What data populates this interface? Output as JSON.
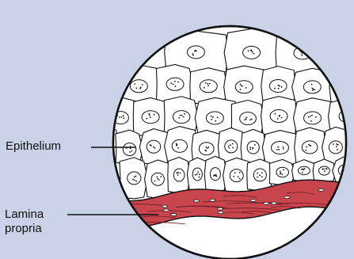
{
  "figure": {
    "background": "#c9d2e7",
    "cell_fill": "#ffffff",
    "lamina_color": "#c9454d",
    "outline_color": "#111111"
  },
  "labels": {
    "epithelium": "Epithelium",
    "lamina_line1": "Lamina",
    "lamina_line2": "propria"
  }
}
